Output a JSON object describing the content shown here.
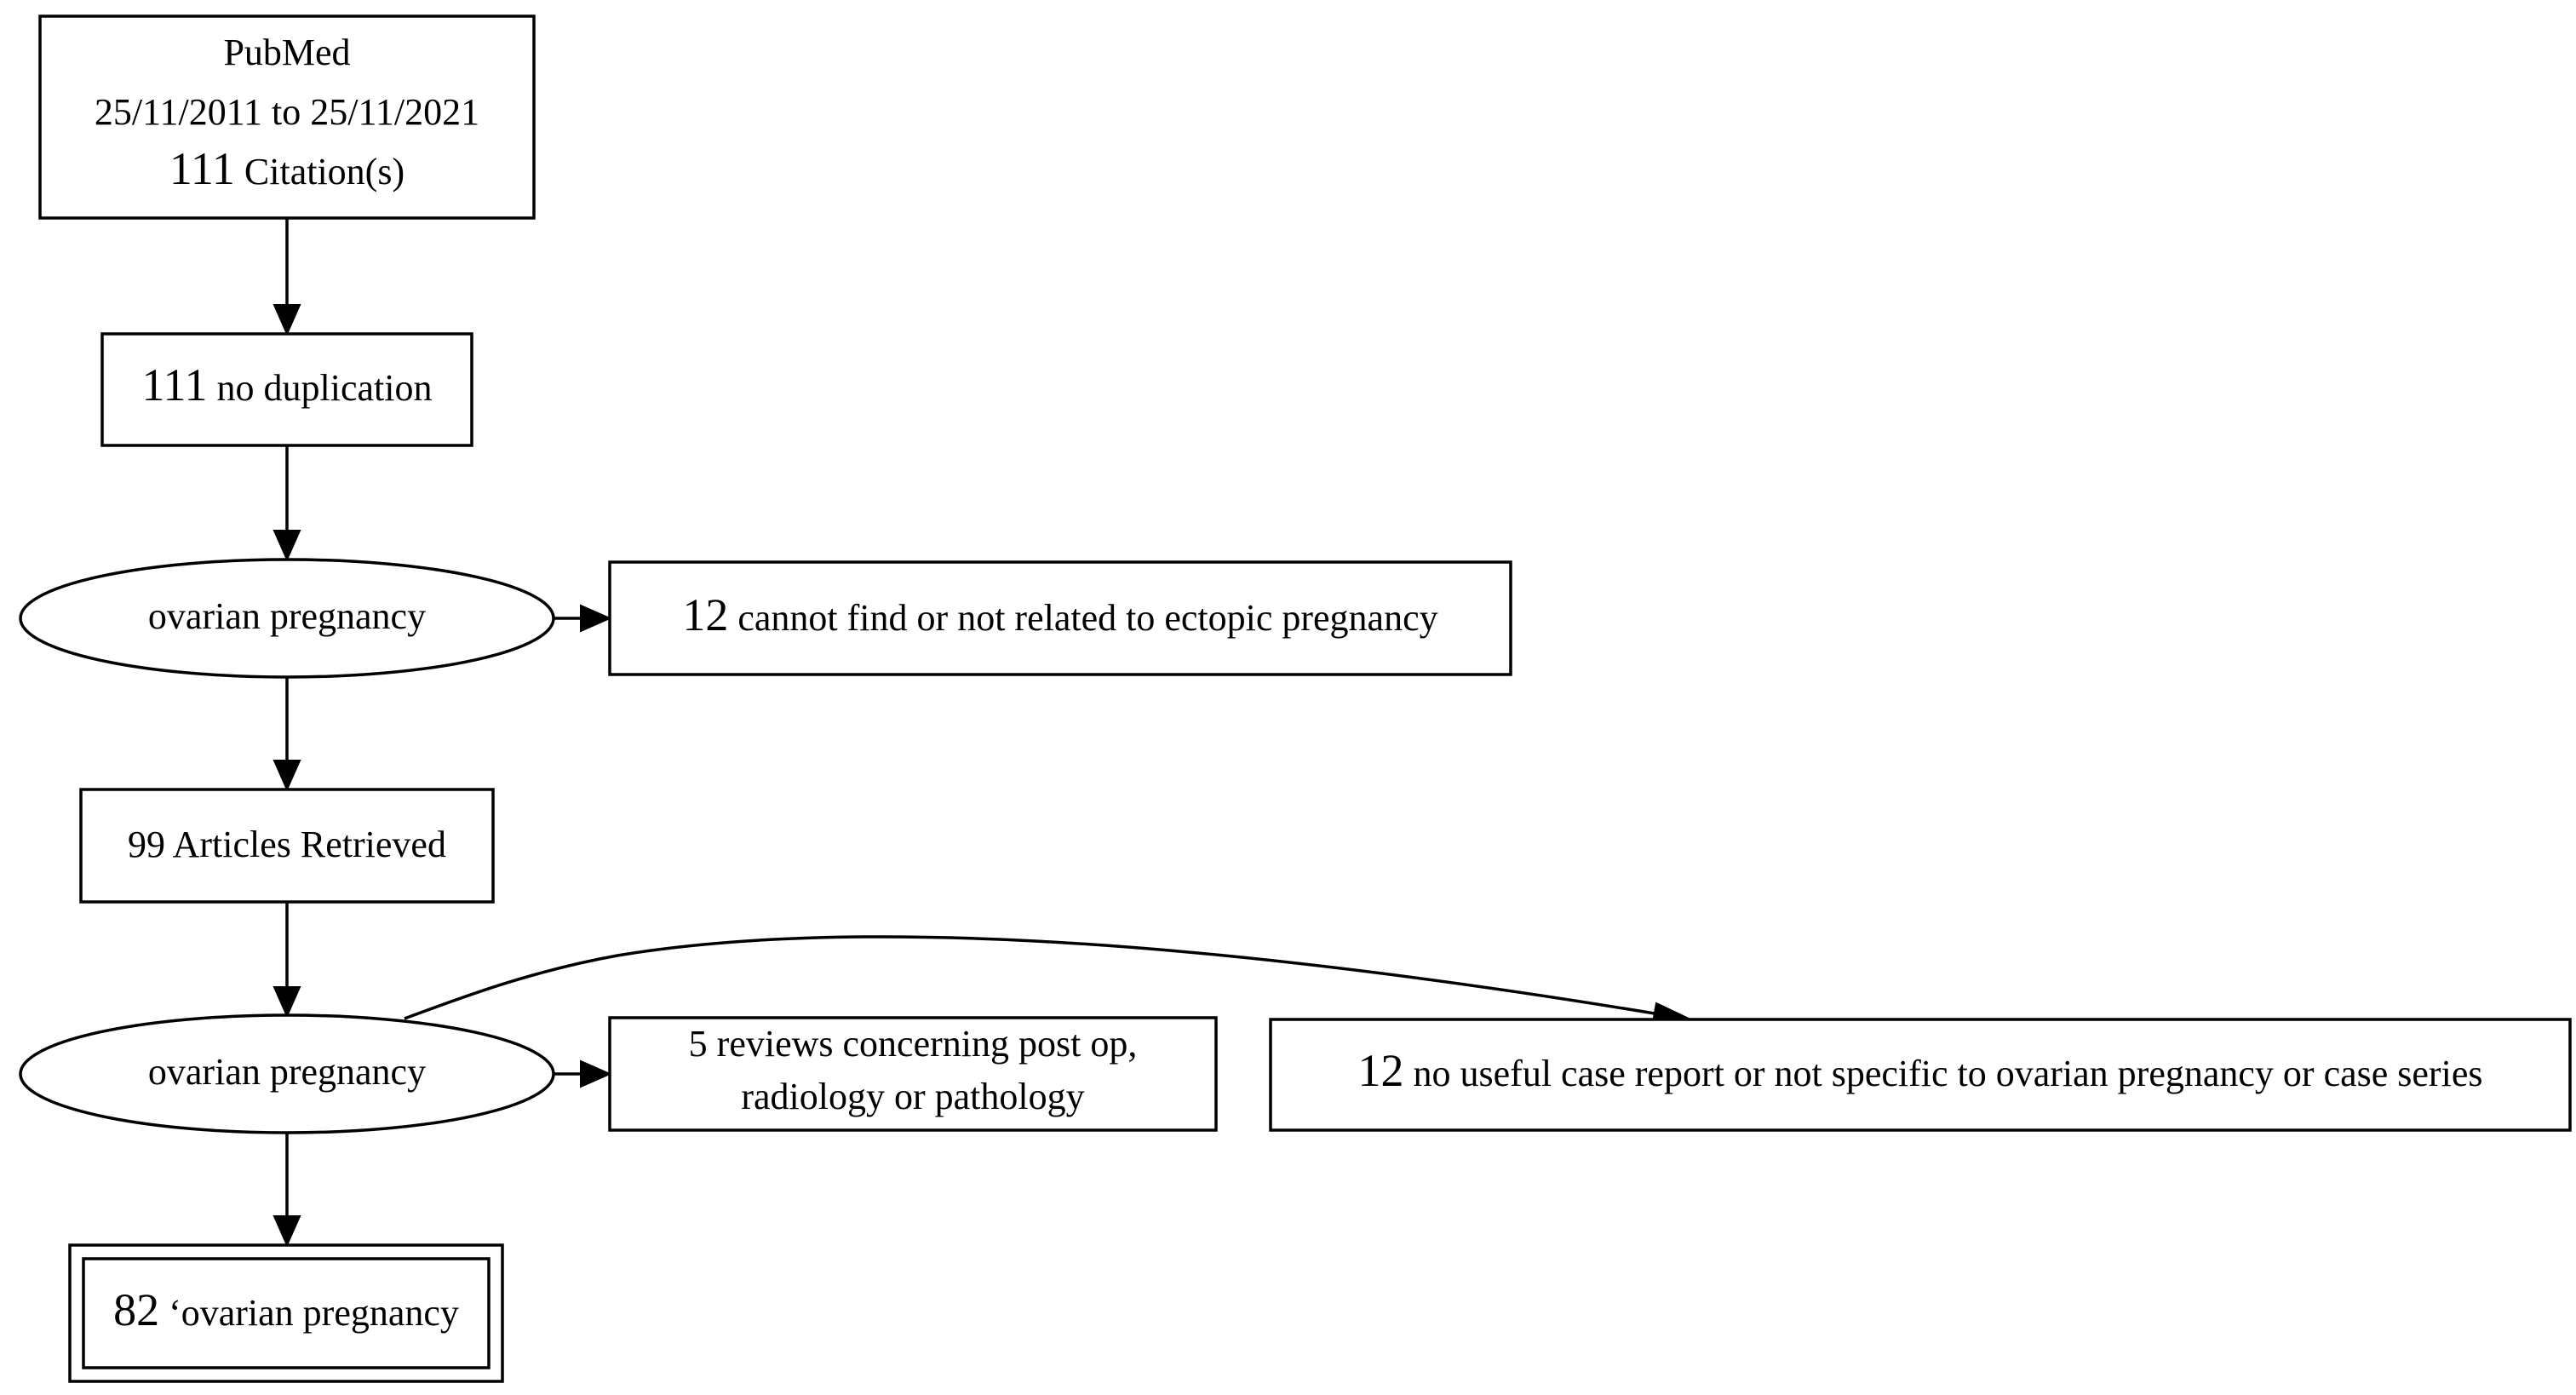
{
  "nodes": {
    "source": {
      "line1": "PubMed",
      "line2": "25/11/2011 to 25/11/2021",
      "line3_num": "111",
      "line3_text": " Citation(s)"
    },
    "dedup": {
      "num": "111",
      "text": " no duplication"
    },
    "filter1": {
      "label": "ovarian pregnancy"
    },
    "excluded1": {
      "num": "12",
      "text": " cannot find or not related to ectopic pregnancy"
    },
    "retrieved": {
      "text": "99 Articles Retrieved"
    },
    "filter2": {
      "label": "ovarian pregnancy"
    },
    "excluded2": {
      "line1": "5 reviews concerning post op,",
      "line2": "radiology or pathology"
    },
    "excluded3": {
      "num": "12",
      "text": " no useful case report or not specific to ovarian pregnancy or case series"
    },
    "final": {
      "num": "82",
      "text": " ‘ovarian pregnancy"
    }
  },
  "colors": {
    "stroke": "#000000",
    "fill": "#ffffff"
  }
}
